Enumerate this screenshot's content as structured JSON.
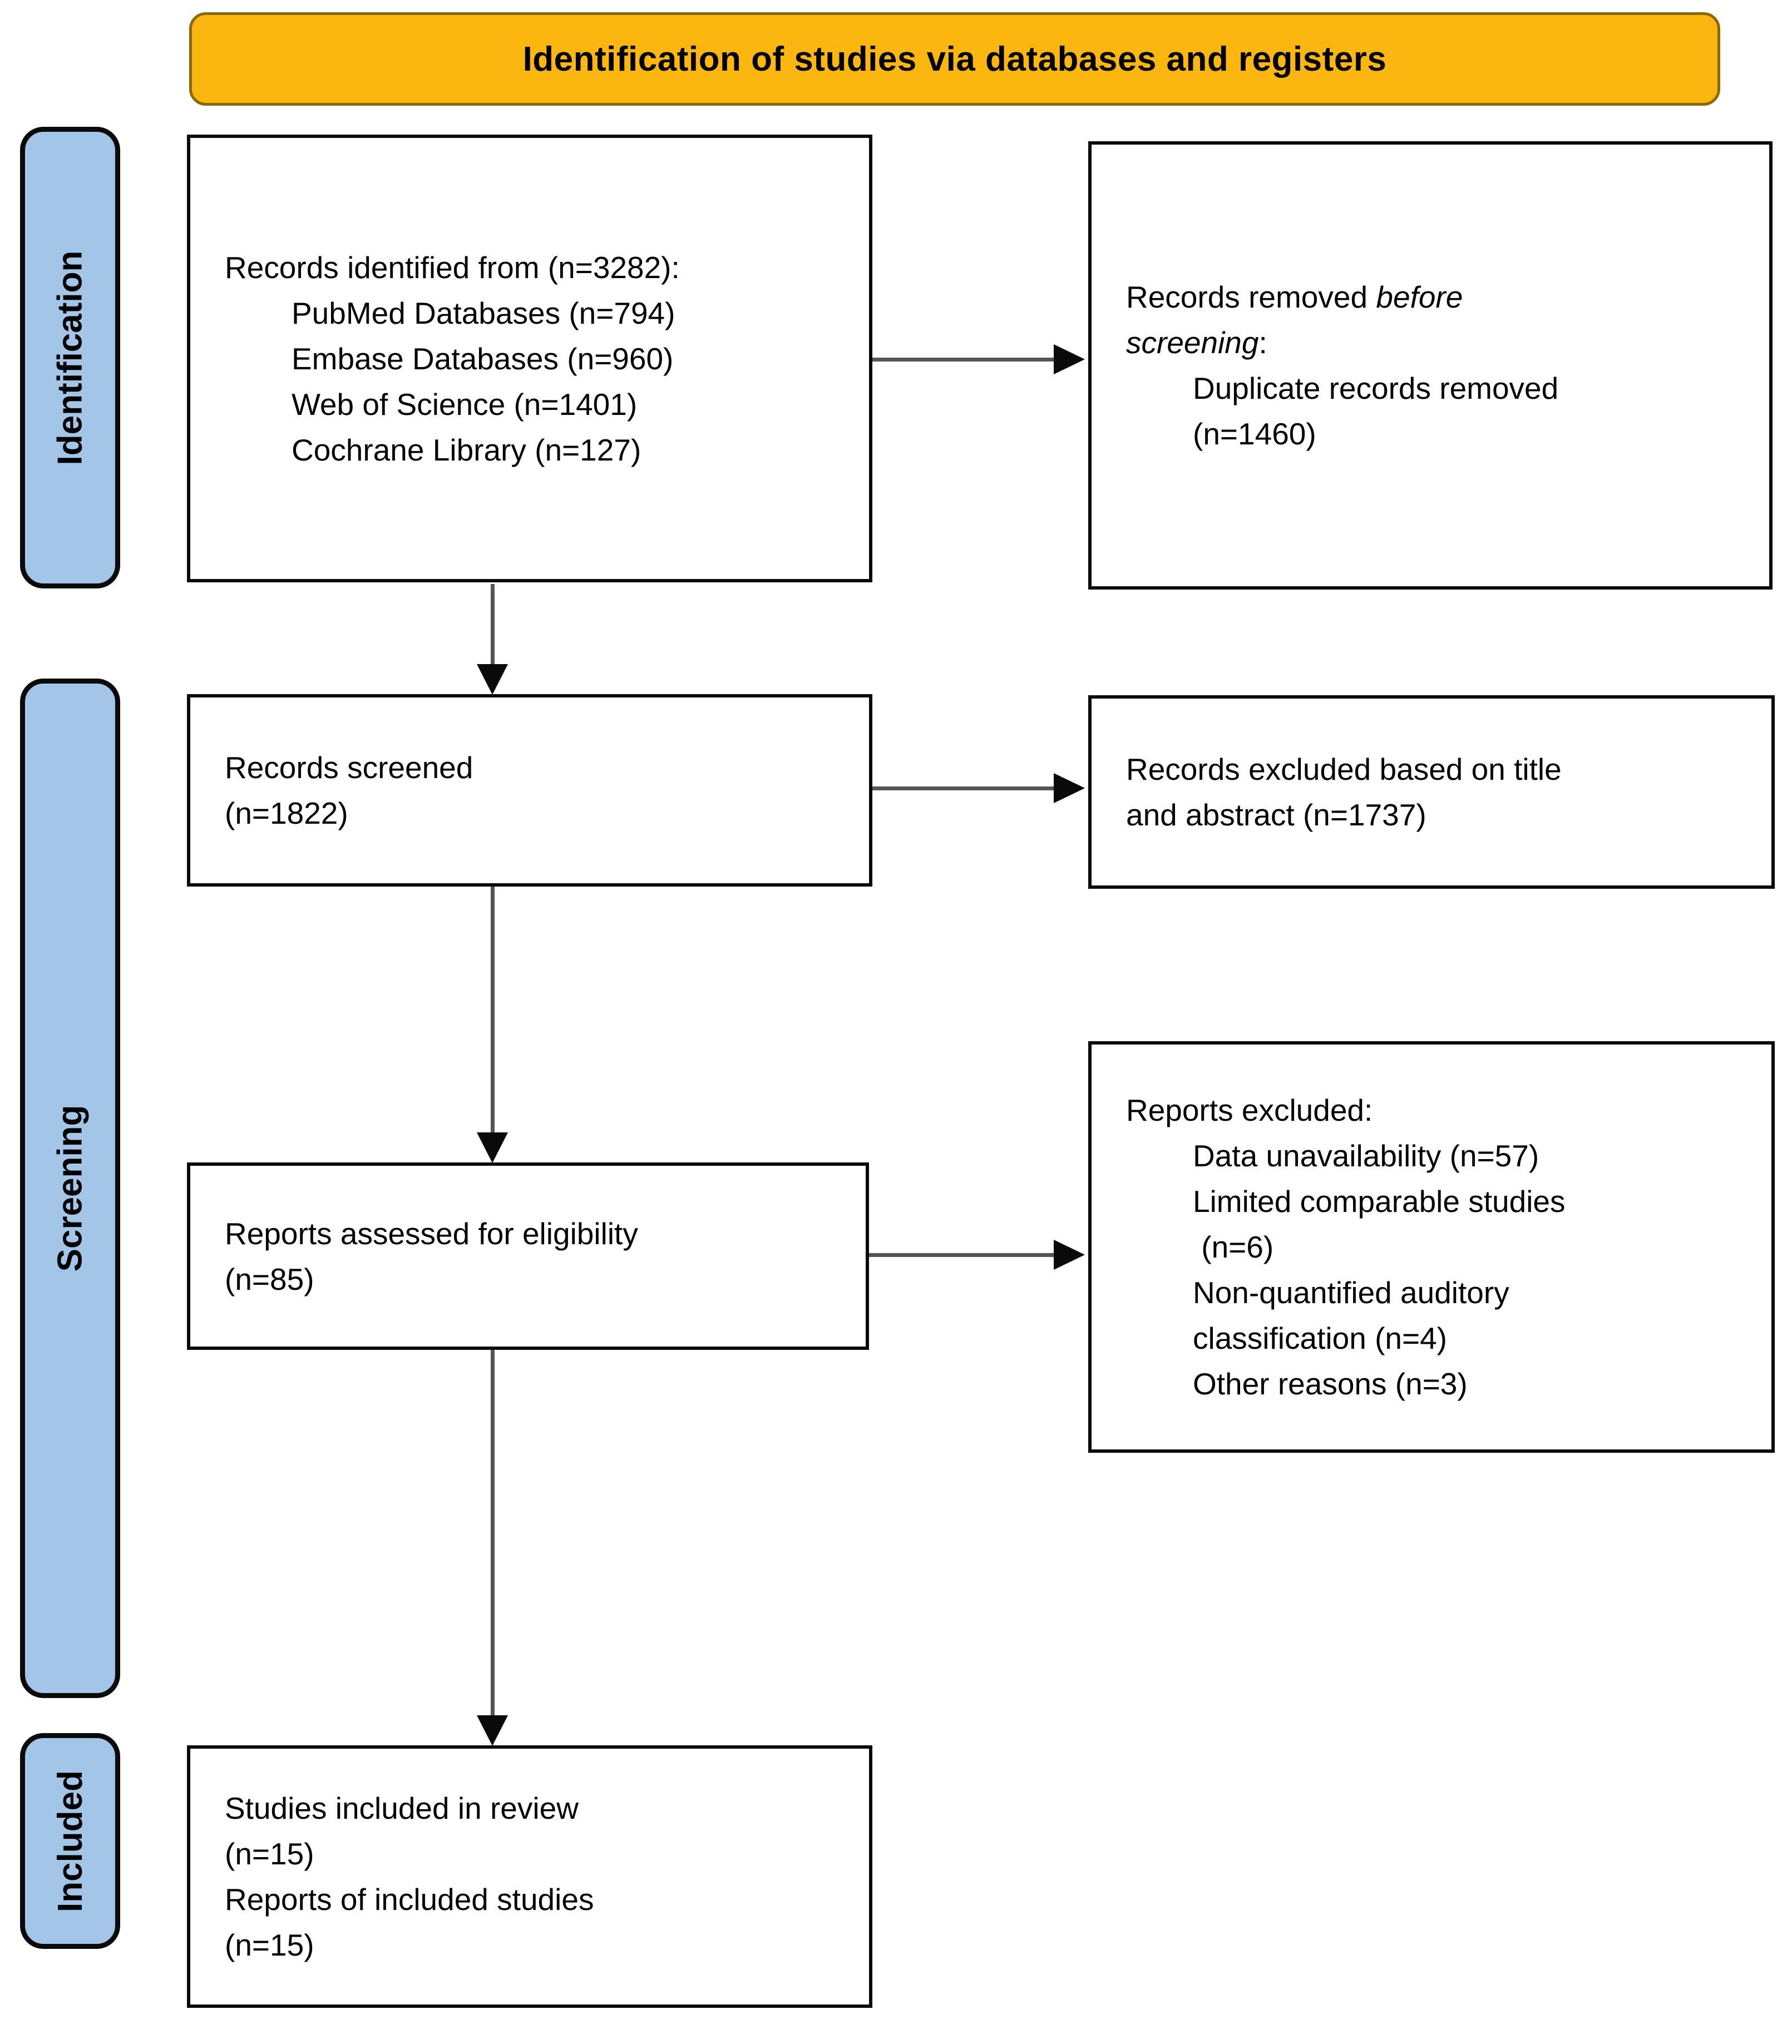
{
  "banner": {
    "title": "Identification of studies via databases and registers"
  },
  "sidebar": {
    "identification": "Identification",
    "screening": "Screening",
    "included": "Included"
  },
  "boxes": {
    "identified": {
      "lines": [
        {
          "text": "Records identified from (n=3282):",
          "indent": false
        },
        {
          "text": "PubMed Databases (n=794)",
          "indent": true
        },
        {
          "text": "Embase Databases (n=960)",
          "indent": true
        },
        {
          "text": "Web of Science (n=1401)",
          "indent": true
        },
        {
          "text": "Cochrane Library (n=127)",
          "indent": true
        }
      ]
    },
    "removed": {
      "line1_plain": "Records removed ",
      "line1_italic": "before",
      "line2_italic": "screening",
      "line2_plain": ":",
      "item_lines": [
        "Duplicate records removed",
        "(n=1460)"
      ]
    },
    "screened": {
      "lines": [
        "Records screened",
        "(n=1822)"
      ]
    },
    "excluded_title_abstract": {
      "lines": [
        "Records excluded based on title",
        "and abstract (n=1737)"
      ]
    },
    "assessed": {
      "lines": [
        "Reports assessed for eligibility",
        "(n=85)"
      ]
    },
    "reports_excluded": {
      "lines": [
        {
          "text": "Reports excluded:",
          "indent": false
        },
        {
          "text": "Data unavailability (n=57)",
          "indent": true
        },
        {
          "text": "Limited comparable studies",
          "indent": true
        },
        {
          "text": " (n=6)",
          "indent": true
        },
        {
          "text": "Non-quantified auditory",
          "indent": true
        },
        {
          "text": "classification (n=4)",
          "indent": true
        },
        {
          "text": "Other reasons (n=3)",
          "indent": true
        }
      ]
    },
    "included_box": {
      "lines": [
        "Studies included in review",
        "(n=15)",
        "Reports of included studies",
        "(n=15)"
      ]
    }
  },
  "colors": {
    "banner_fill": "#FBB60F",
    "banner_border": "#8A6A00",
    "sidebar_fill": "#A2C5E8",
    "box_border": "#0A0A0A",
    "arrow_shaft": "#555555",
    "arrow_head": "#0A0A0A",
    "background": "#FFFFFF"
  }
}
